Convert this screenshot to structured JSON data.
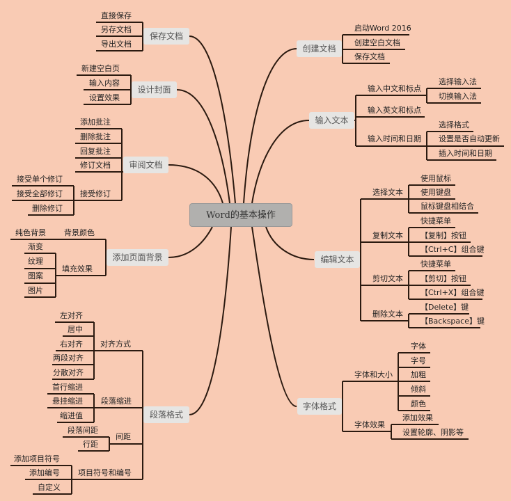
{
  "root": "Word的基本操作",
  "branches": {
    "save": {
      "label": "保存文档",
      "items": [
        "直接保存",
        "另存文档",
        "导出文档"
      ]
    },
    "cover": {
      "label": "设计封面",
      "items": [
        "新建空白页",
        "输入内容",
        "设置效果"
      ]
    },
    "review": {
      "label": "审阅文档",
      "items": [
        "添加批注",
        "删除批注",
        "回复批注",
        "修订文档"
      ],
      "accept": {
        "label": "接受修订",
        "items": [
          "接受单个修订",
          "接受全部修订",
          "删除修订"
        ]
      }
    },
    "background": {
      "label": "添加页面背景",
      "color": {
        "label": "背景颜色",
        "items": [
          "纯色背景"
        ]
      },
      "fill": {
        "label": "填充效果",
        "items": [
          "渐变",
          "纹理",
          "图案",
          "图片"
        ]
      }
    },
    "paragraph": {
      "label": "段落格式",
      "align": {
        "label": "对齐方式",
        "items": [
          "左对齐",
          "居中",
          "右对齐",
          "两段对齐",
          "分散对齐"
        ]
      },
      "indent": {
        "label": "段落缩进",
        "items": [
          "首行缩进",
          "悬挂缩进",
          "缩进值"
        ]
      },
      "spacing": {
        "label": "间距",
        "items": [
          "段落间距",
          "行距"
        ]
      },
      "list": {
        "label": "项目符号和编号",
        "items": [
          "添加项目符号",
          "添加编号",
          "自定义"
        ]
      }
    },
    "create": {
      "label": "创建文档",
      "items": [
        "启动Word 2016",
        "创建空白文档",
        "保存文档"
      ]
    },
    "input": {
      "label": "输入文本",
      "chinese": {
        "label": "输入中文和标点",
        "items": [
          "选择输入法",
          "切换输入法"
        ]
      },
      "english": {
        "label": "输入英文和标点"
      },
      "datetime": {
        "label": "输入时间和日期",
        "items": [
          "选择格式",
          "设置是否自动更新",
          "插入时间和日期"
        ]
      }
    },
    "edit": {
      "label": "编辑文本",
      "select": {
        "label": "选择文本",
        "items": [
          "使用鼠标",
          "使用键盘",
          "鼠标键盘相结合"
        ]
      },
      "copy": {
        "label": "复制文本",
        "items": [
          "快捷菜单",
          "【复制】按钮",
          "【Ctrl+C】组合键"
        ]
      },
      "cut": {
        "label": "剪切文本",
        "items": [
          "快捷菜单",
          "【剪切】按钮",
          "【Ctrl+X】组合键"
        ]
      },
      "delete": {
        "label": "删除文本",
        "items": [
          "【Delete】键",
          "【Backspace】键"
        ]
      }
    },
    "font": {
      "label": "字体格式",
      "size": {
        "label": "字体和大小",
        "items": [
          "字体",
          "字号",
          "加粗",
          "倾斜",
          "颜色"
        ]
      },
      "effect": {
        "label": "字体效果",
        "items": [
          "添加效果",
          "设置轮廓、阴影等"
        ]
      }
    }
  }
}
